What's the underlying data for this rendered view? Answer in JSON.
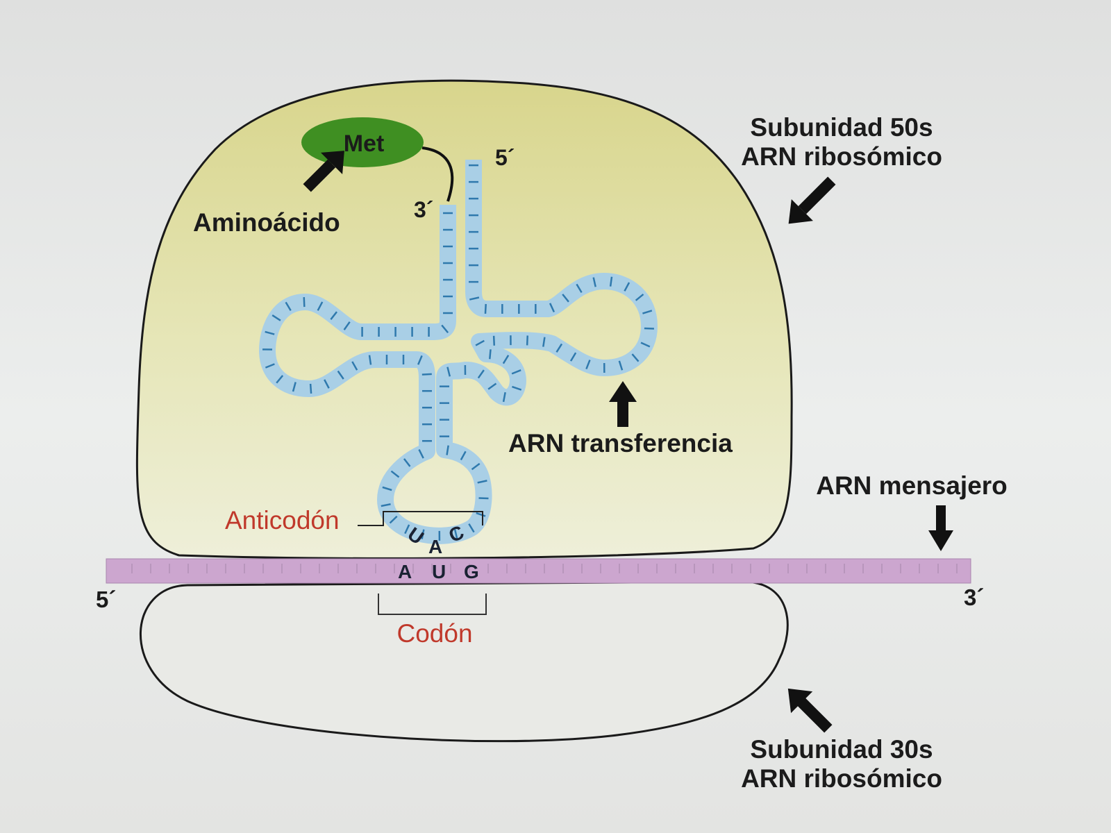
{
  "labels": {
    "amino_acid_name": "Met",
    "trna_5_end": "5´",
    "trna_3_end": "3´",
    "aminoacid": "Aminoácido",
    "subunit_50s_line1": "Subunidad 50s",
    "subunit_50s_line2": "ARN ribosómico",
    "trna": "ARN transferencia",
    "mrna": "ARN mensajero",
    "anticodon": "Anticodón",
    "codon": "Codón",
    "mrna_5_end": "5´",
    "mrna_3_end": "3´",
    "subunit_30s_line1": "Subunidad 30s",
    "subunit_30s_line2": "ARN ribosómico"
  },
  "anticodon_bases": [
    "U",
    "A",
    "C"
  ],
  "codon_bases": [
    "A",
    "U",
    "G"
  ],
  "colors": {
    "large_subunit_fill_top": "#d8d58c",
    "large_subunit_fill_bottom": "#eeefd9",
    "trna": "#a9cfe6",
    "trna_ticks": "#2f79ad",
    "mrna": "#cca6cf",
    "met": "#3f8f22",
    "anticodon_label": "#c0392b",
    "codon_label": "#c0392b"
  }
}
